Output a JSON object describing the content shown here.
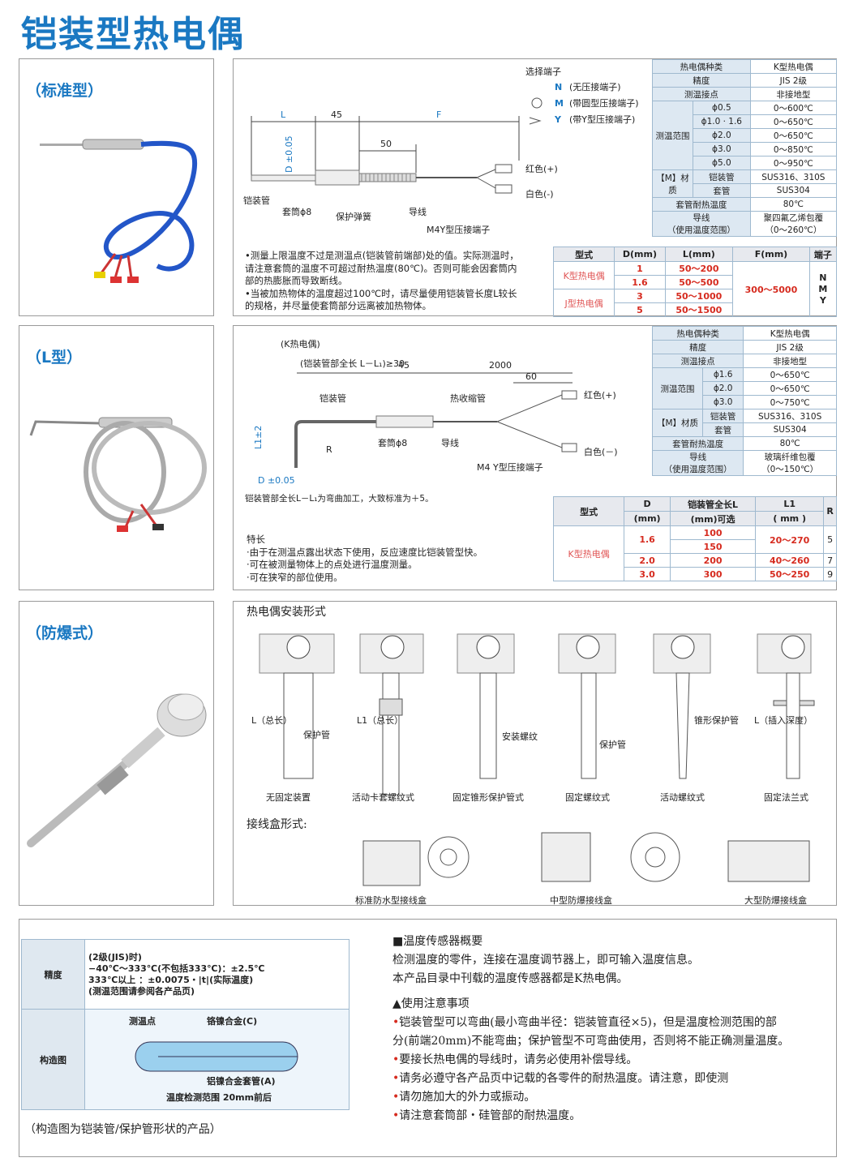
{
  "title": "铠装型热电偶",
  "std": {
    "label": "（标准型）",
    "select_terminal": "选择端子",
    "terms": [
      {
        "code": "N",
        "desc": "(无压接端子)"
      },
      {
        "code": "M",
        "desc": "(带圆型压接端子)"
      },
      {
        "code": "Y",
        "desc": "(带Y型压接端子)"
      }
    ],
    "dims": {
      "L": "L",
      "d45": "45",
      "F": "F",
      "d50": "50",
      "D": "D ±0.05"
    },
    "parts": {
      "armor": "铠装管",
      "sleeve": "套筒ϕ8",
      "spring": "保护弹簧",
      "wire": "导线",
      "term": "M4Y型压接端子",
      "red": "红色(+)",
      "white": "白色(-)"
    },
    "spec": {
      "type_label": "热电偶种类",
      "type_val": "K型热电偶",
      "acc_label": "精度",
      "acc_val": "JIS 2级",
      "junc_label": "测温接点",
      "junc_val": "非接地型",
      "range_label": "测温范围",
      "ranges": [
        [
          "ϕ0.5",
          "0～600℃"
        ],
        [
          "ϕ1.0 · 1.6",
          "0～650℃"
        ],
        [
          "ϕ2.0",
          "0～650℃"
        ],
        [
          "ϕ3.0",
          "0～850℃"
        ],
        [
          "ϕ5.0",
          "0～950℃"
        ]
      ],
      "mat_label": "【M】材质",
      "armor_label": "铠装管",
      "armor_val": "SUS316、310S",
      "sleeve_label": "套管",
      "sleeve_val": "SUS304",
      "heat_label": "套管耐热温度",
      "heat_val": "80℃",
      "wire_label": "导线",
      "wire_sub": "（使用温度范围）",
      "wire_val": "聚四氟乙烯包覆",
      "wire_val2": "（0～260℃）"
    },
    "notes": [
      "•测量上限温度不过是测温点(铠装管前端部)处的值。实际测温时，",
      "请注意套筒的温度不可超过耐热温度(80℃)。否则可能会因套筒内",
      "部的热膨胀而导致断线。",
      "•当被加热物体的温度超过100℃时，请尽量使用铠装管长度L较长",
      "的规格，并尽量使套筒部分远离被加热物体。"
    ],
    "sel": {
      "headers": [
        "型式",
        "D(mm)",
        "L(mm)",
        "F(mm)",
        "端子"
      ],
      "k_type": "K型热电偶",
      "j_type": "J型热电偶",
      "rows": [
        [
          "1",
          "50～200"
        ],
        [
          "1.6",
          "50～500"
        ],
        [
          "3",
          "50～1000"
        ],
        [
          "5",
          "50～1500"
        ]
      ],
      "f": "300～5000",
      "terms": "N\nM\nY"
    }
  },
  "l": {
    "label": "（L型）",
    "k": "(K热电偶)",
    "armor_len": "(铠装管部全长 L－L₁)≥30",
    "d45": "45",
    "d2000": "2000",
    "d60": "60",
    "armor": "铠装管",
    "shrink": "热收缩管",
    "red": "红色(+)",
    "white": "白色(－)",
    "r": "R",
    "sleeve": "套筒ϕ8",
    "wire": "导线",
    "term": "M4 Y型压接端子",
    "l1": "L1±2",
    "d": "D ±0.05",
    "bend_note": "铠装管部全长L－L₁为弯曲加工，大致标准为＋5。",
    "features_title": "特长",
    "features": [
      "·由于在测温点露出状态下使用，反应速度比铠装管型快。",
      "·可在被测量物体上的点处进行温度测量。",
      "·可在狭窄的部位使用。"
    ],
    "spec": {
      "type_label": "热电偶种类",
      "type_val": "K型热电偶",
      "acc_label": "精度",
      "acc_val": "JIS 2级",
      "junc_label": "测温接点",
      "junc_val": "非接地型",
      "range_label": "测温范围",
      "ranges": [
        [
          "ϕ1.6",
          "0～650℃"
        ],
        [
          "ϕ2.0",
          "0～650℃"
        ],
        [
          "ϕ3.0",
          "0～750℃"
        ]
      ],
      "mat_label": "【M】材质",
      "armor_label": "铠装管",
      "armor_val": "SUS316、310S",
      "sleeve_label": "套管",
      "sleeve_val": "SUS304",
      "heat_label": "套管耐热温度",
      "heat_val": "80℃",
      "wire_label": "导线",
      "wire_sub": "（使用温度范围）",
      "wire_val": "玻璃纤维包覆",
      "wire_val2": "（0～150℃）"
    },
    "sel": {
      "h_type": "型式",
      "h_d": "D",
      "h_d_unit": "(mm)",
      "h_l": "铠装管全长L",
      "h_l_unit": "(mm)可选",
      "h_l1": "L1",
      "h_l1_unit": "( mm )",
      "h_r": "R",
      "k_type": "K型热电偶",
      "rows": [
        [
          "1.6",
          "100",
          "20～270",
          "5"
        ],
        [
          "2.0",
          "200",
          "40～260",
          "7"
        ],
        [
          "3.0",
          "300",
          "50～250",
          "9"
        ]
      ],
      "l_mid": "150"
    }
  },
  "ex": {
    "label": "（防爆式）",
    "install_title": "热电偶安装形式",
    "forms": [
      "无固定装置",
      "活动卡套螺纹式",
      "固定锥形保护管式",
      "固定螺纹式",
      "活动螺纹式",
      "固定法兰式"
    ],
    "box_title": "接线盒形式:",
    "boxes": [
      "标准防水型接线盒",
      "中型防爆接线盒",
      "大型防爆接线盒"
    ],
    "tags": {
      "total": "L（总长）",
      "insert": "L（插入深度）",
      "l1": "L1（总长）",
      "tube": "保护管",
      "safe": "安装螺纹",
      "cone": "锥形保护管"
    }
  },
  "bottom": {
    "acc_label": "精度",
    "acc_lines": [
      "(2级(JIS)时)",
      "−40℃～333℃(不包括333℃)：±2.5℃",
      "333℃以上                   ：±0.0075・|t|(实际温度)",
      "(测温范围请参阅各产品页)"
    ],
    "struct_label": "构造图",
    "struct_parts": {
      "point": "测温点",
      "alloy": "铬镍合金(C)",
      "sheath": "铝镍合金套管(A)",
      "range": "温度检测范围 20mm前后"
    },
    "caption": "（构造图为铠装管/保护管形状的产品）",
    "overview_title": "■温度传感器概要",
    "overview": [
      "检测温度的零件，连接在温度调节器上，即可输入温度信息。",
      "本产品目录中刊载的温度传感器都是K热电偶。"
    ],
    "caution_title": "▲使用注意事项",
    "cautions": [
      "铠装管型可以弯曲(最小弯曲半径：铠装管直径×5)，但是温度检测范围的部",
      "分(前端20mm)不能弯曲；保护管型不可弯曲使用，否则将不能正确测量温度。",
      "要接长热电偶的导线时，请务必使用补偿导线。",
      "请务必遵守各产品页中记载的各零件的耐热温度。请注意，即使测",
      "请勿施加大的外力或振动。",
      "请注意套筒部・硅管部的耐热温度。"
    ],
    "bullet": "•"
  },
  "colors": {
    "accent": "#1a78c2",
    "red": "#d62b1f",
    "table_border": "#9fb9cf",
    "header_bg": "#dde8f2"
  }
}
